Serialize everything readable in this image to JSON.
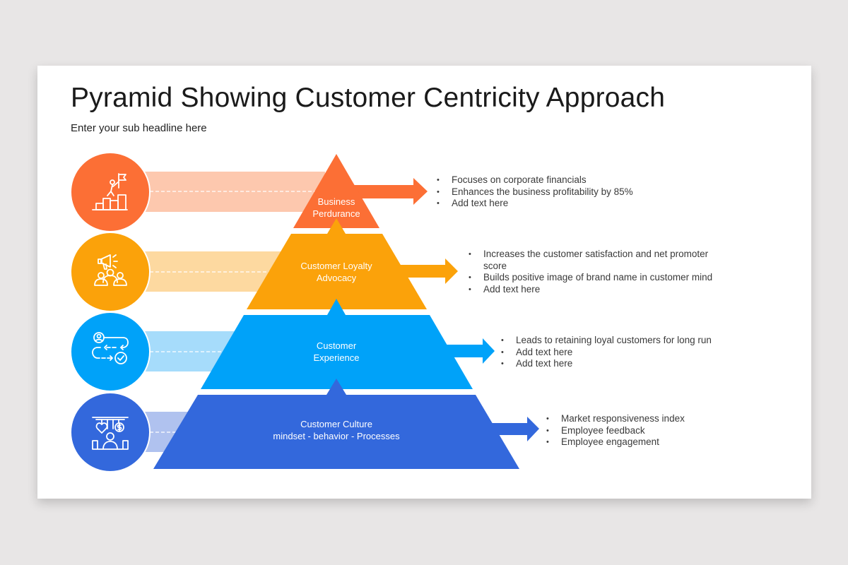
{
  "slide": {
    "title": "Pyramid Showing Customer Centricity Approach",
    "subtitle": "Enter your sub headline here"
  },
  "tiers": [
    {
      "label_lines": [
        "Business",
        "Perdurance"
      ],
      "color": "#fc6f35",
      "band_color": "#fdc8ae",
      "icon": "climber-flag-icon",
      "bullets": [
        "Focuses on corporate financials",
        "Enhances the business profitability by 85%",
        "Add text here"
      ]
    },
    {
      "label_lines": [
        "Customer Loyalty",
        "Advocacy"
      ],
      "color": "#fba20a",
      "band_color": "#fdd9a0",
      "icon": "megaphone-audience-icon",
      "bullets": [
        "Increases the customer satisfaction and net promoter score",
        "Builds positive image of brand name in customer mind",
        "Add text here"
      ]
    },
    {
      "label_lines": [
        "Customer",
        "Experience"
      ],
      "color": "#00a2f9",
      "band_color": "#a6dcfb",
      "icon": "customer-journey-icon",
      "bullets": [
        "Leads to retaining loyal customers for long run",
        "Add text here",
        "Add text here"
      ]
    },
    {
      "label_lines": [
        "Customer Culture",
        "mindset - behavior - Processes"
      ],
      "color": "#3368dc",
      "band_color": "#b0c2ef",
      "icon": "employee-values-icon",
      "bullets": [
        "Market responsiveness  index",
        "Employee feedback",
        "Employee engagement"
      ]
    }
  ]
}
